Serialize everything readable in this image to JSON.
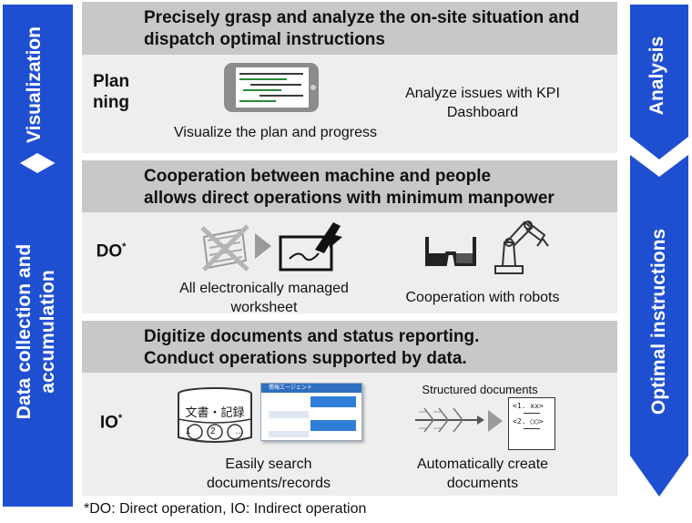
{
  "left_arrows": {
    "visualization": "Visualization",
    "data_collection_line1": "Data collection and",
    "data_collection_line2": "accumulation"
  },
  "right_arrows": {
    "analysis": "Analysis",
    "optimal": "Optimal instructions"
  },
  "colors": {
    "arrow_blue": "#1f4fd1",
    "panel_bg": "#eeeeee",
    "header_bg": "#c8c8c8"
  },
  "planning": {
    "label_line1": "Plan",
    "label_line2": "ning",
    "heading_line1": "Precisely grasp and analyze the on-site situation and",
    "heading_line2": "dispatch optimal instructions",
    "caption_left": "Visualize the plan and progress",
    "caption_right_line1": "Analyze issues with KPI",
    "caption_right_line2": "Dashboard"
  },
  "do": {
    "label": "DO",
    "label_mark": "*",
    "heading_line1": "Cooperation between machine and people",
    "heading_line2": "allows direct operations with minimum manpower",
    "caption_left_line1": "All electronically managed",
    "caption_left_line2": "worksheet",
    "caption_right": "Cooperation with robots"
  },
  "io": {
    "label": "IO",
    "label_mark": "*",
    "heading_line1": "Digitize documents and status reporting.",
    "heading_line2": "Conduct operations supported by data.",
    "db_text": "文書・記録",
    "db_items": [
      "1",
      "2",
      "…"
    ],
    "search_app_title": "情報エージェント",
    "structured_label": "Structured documents",
    "doc_lines": [
      "<1. xx>",
      "<2. ○○>"
    ],
    "caption_left_line1": "Easily search",
    "caption_left_line2": "documents/records",
    "caption_right_line1": "Automatically create",
    "caption_right_line2": "documents"
  },
  "footnote": "*DO: Direct operation,  IO: Indirect operation"
}
